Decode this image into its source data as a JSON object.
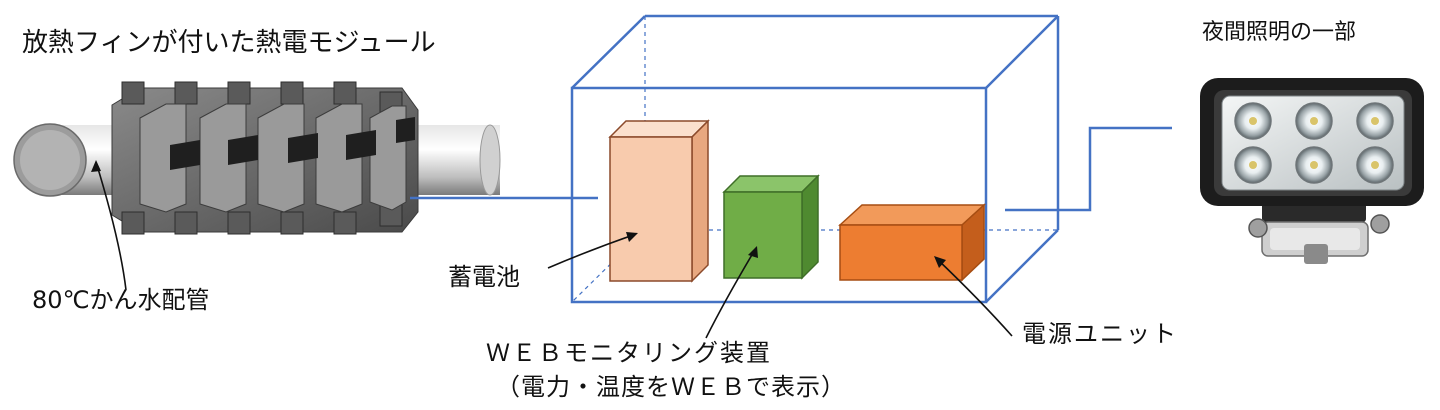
{
  "labels": {
    "module_title": "放熱フィンが付いた熱電モジュール",
    "light_title": "夜間照明の一部",
    "pipe": "80℃かん水配管",
    "battery": "蓄電池",
    "web_monitor": "ＷＥＢモニタリング装置",
    "web_monitor_note": "（電力・温度をＷＥＢで表示）",
    "power_unit": "電源ユニット"
  },
  "colors": {
    "box_outline": "#4472c4",
    "battery_fill": "#f8cbad",
    "battery_edge": "#8b4a2b",
    "monitor_fill": "#70ad47",
    "monitor_edge": "#3f6e28",
    "power_fill": "#ed7d31",
    "power_edge": "#a64d12",
    "fin_gray": "#6b6b6b",
    "pipe_gray": "#bfbfbf"
  },
  "icons": [
    "thermoelectric-module-image",
    "led-work-light-image"
  ]
}
